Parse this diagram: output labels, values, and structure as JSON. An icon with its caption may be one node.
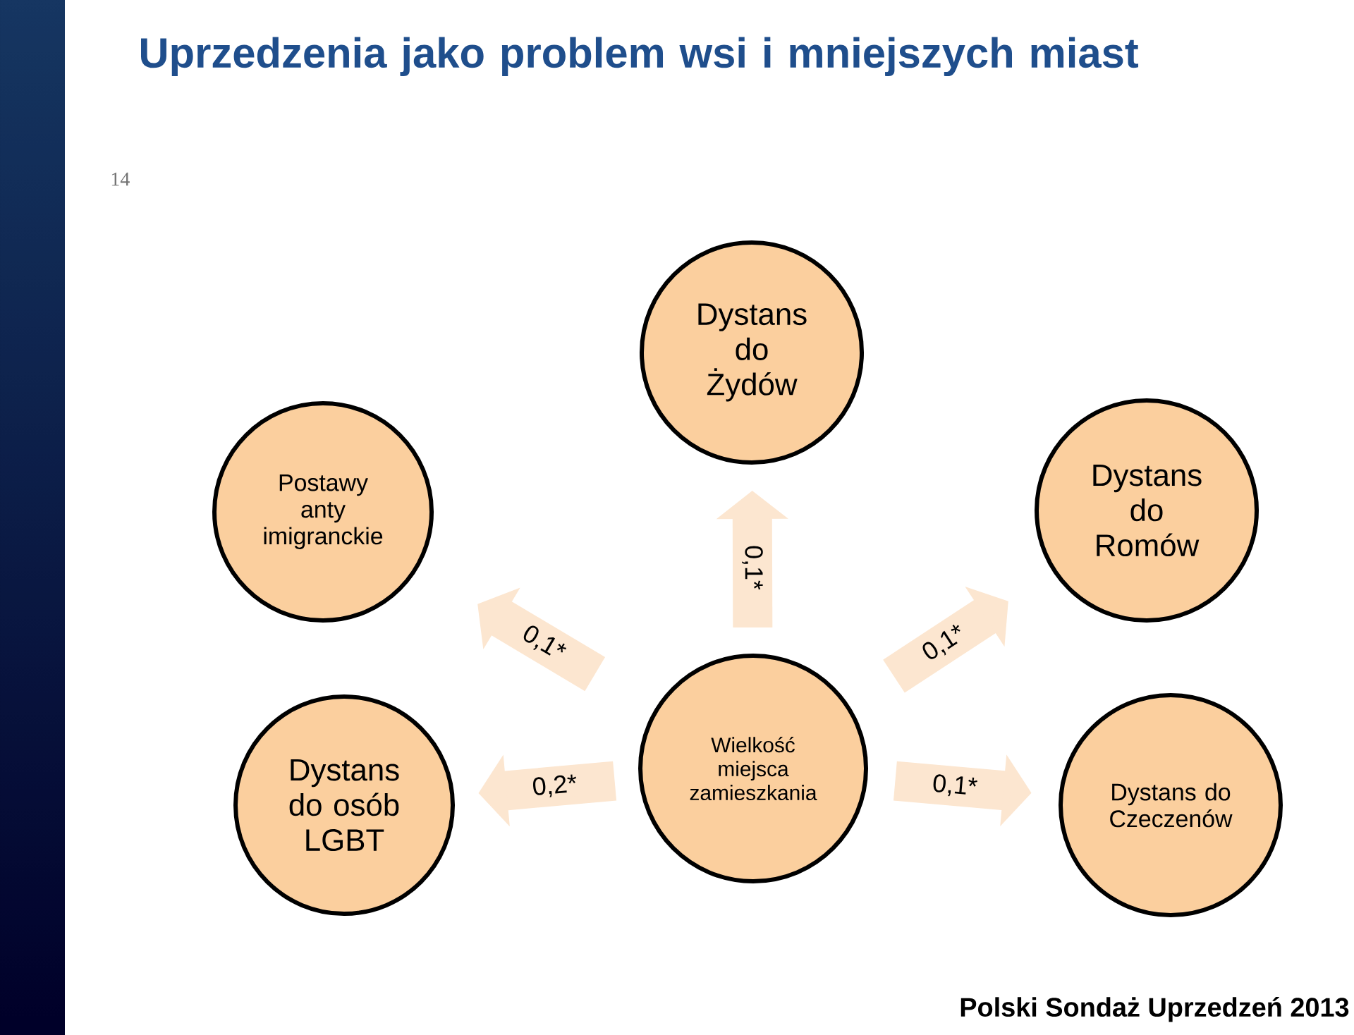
{
  "diagram": {
    "title": "Uprzedzenia jako problem wsi i mniejszych miast",
    "nodes": [
      {
        "text": [
          "Dystans do Żydów"
        ]
      },
      {
        "text": [
          "Postawy anty imigranckie"
        ]
      },
      {
        "text": [
          "Dystans do Romów"
        ]
      },
      {
        "text": [
          "Dystans do osób LGBT"
        ]
      },
      {
        "text": [
          "Wielkość miejsca zamieszkania"
        ]
      },
      {
        "text": [
          "Dystans do Czeczenów"
        ]
      }
    ],
    "edges": [
      {
        "from": 4,
        "to": 0,
        "arrow": "to",
        "label": "0,1*"
      },
      {
        "from": 4,
        "to": 1,
        "arrow": "to",
        "label": "0,1*"
      },
      {
        "from": 4,
        "to": 2,
        "arrow": "to",
        "label": "0,1*"
      },
      {
        "from": 4,
        "to": 3,
        "arrow": "to",
        "label": "0,2*"
      },
      {
        "from": 4,
        "to": 5,
        "arrow": "to",
        "label": "0,1*"
      }
    ],
    "labels": [
      "14",
      "Polski Sondaż Uprzedzeń 2013"
    ]
  }
}
